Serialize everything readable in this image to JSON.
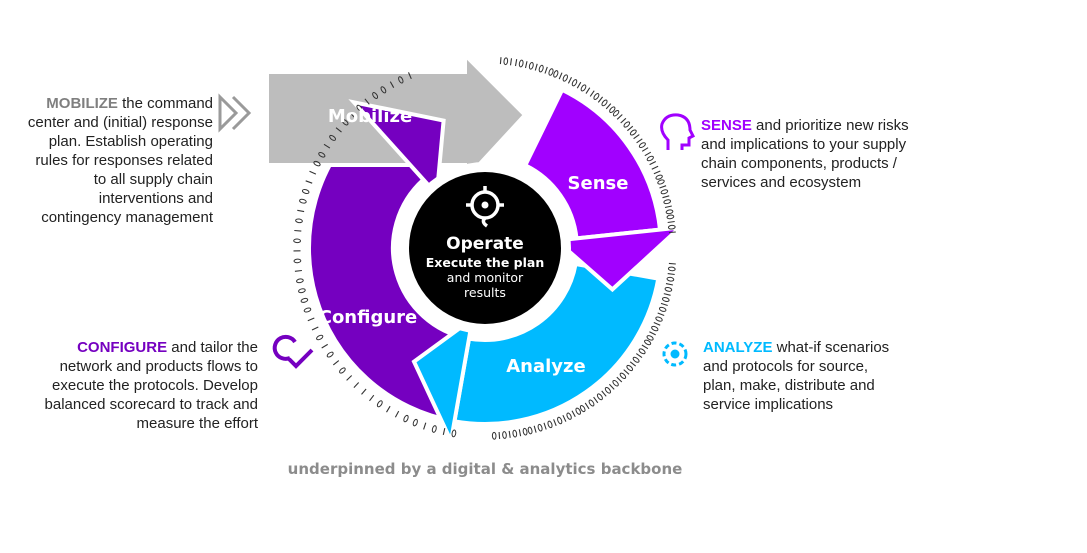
{
  "colors": {
    "mobilize": "#bdbdbd",
    "sense": "#a100ff",
    "analyze": "#00baff",
    "configure": "#7500c0",
    "center": "#000000",
    "mobilize_text": "#7f7f7f"
  },
  "center": {
    "icon": "target-icon",
    "title": "Operate",
    "subtitle": "Execute the plan",
    "line2": "and monitor",
    "line3": "results"
  },
  "stages": {
    "mobilize": {
      "label": "Mobilize",
      "keyword": "MOBILIZE",
      "text": " the command center and (initial) response plan. Establish operating rules for responses related to all supply chain interventions and contingency management",
      "icon": "fast-forward-icon"
    },
    "sense": {
      "label": "Sense",
      "keyword": "SENSE",
      "text": " and prioritize new risks and implications to your supply chain components, products / services and ecosystem",
      "icon": "head-icon"
    },
    "analyze": {
      "label": "Analyze",
      "keyword": "ANALYZE",
      "text": " what-if scenarios and protocols for source, plan, make, distribute and service implications",
      "icon": "gear-icon"
    },
    "configure": {
      "label": "Configure",
      "keyword": "CONFIGURE",
      "text": " and tailor the network and products flows to execute the protocols. Develop balanced scorecard to track and measure the effort",
      "icon": "gear-check-icon"
    }
  },
  "backbone": {
    "text": "underpinned by a digital & analytics backbone",
    "binary_top": "1011010101001010101101010011010110110111001010100101",
    "binary_right": "10101010101010100101010101010101010010101010100101010",
    "binary_left": "0101001101111010101100001010101001100101010100101"
  }
}
